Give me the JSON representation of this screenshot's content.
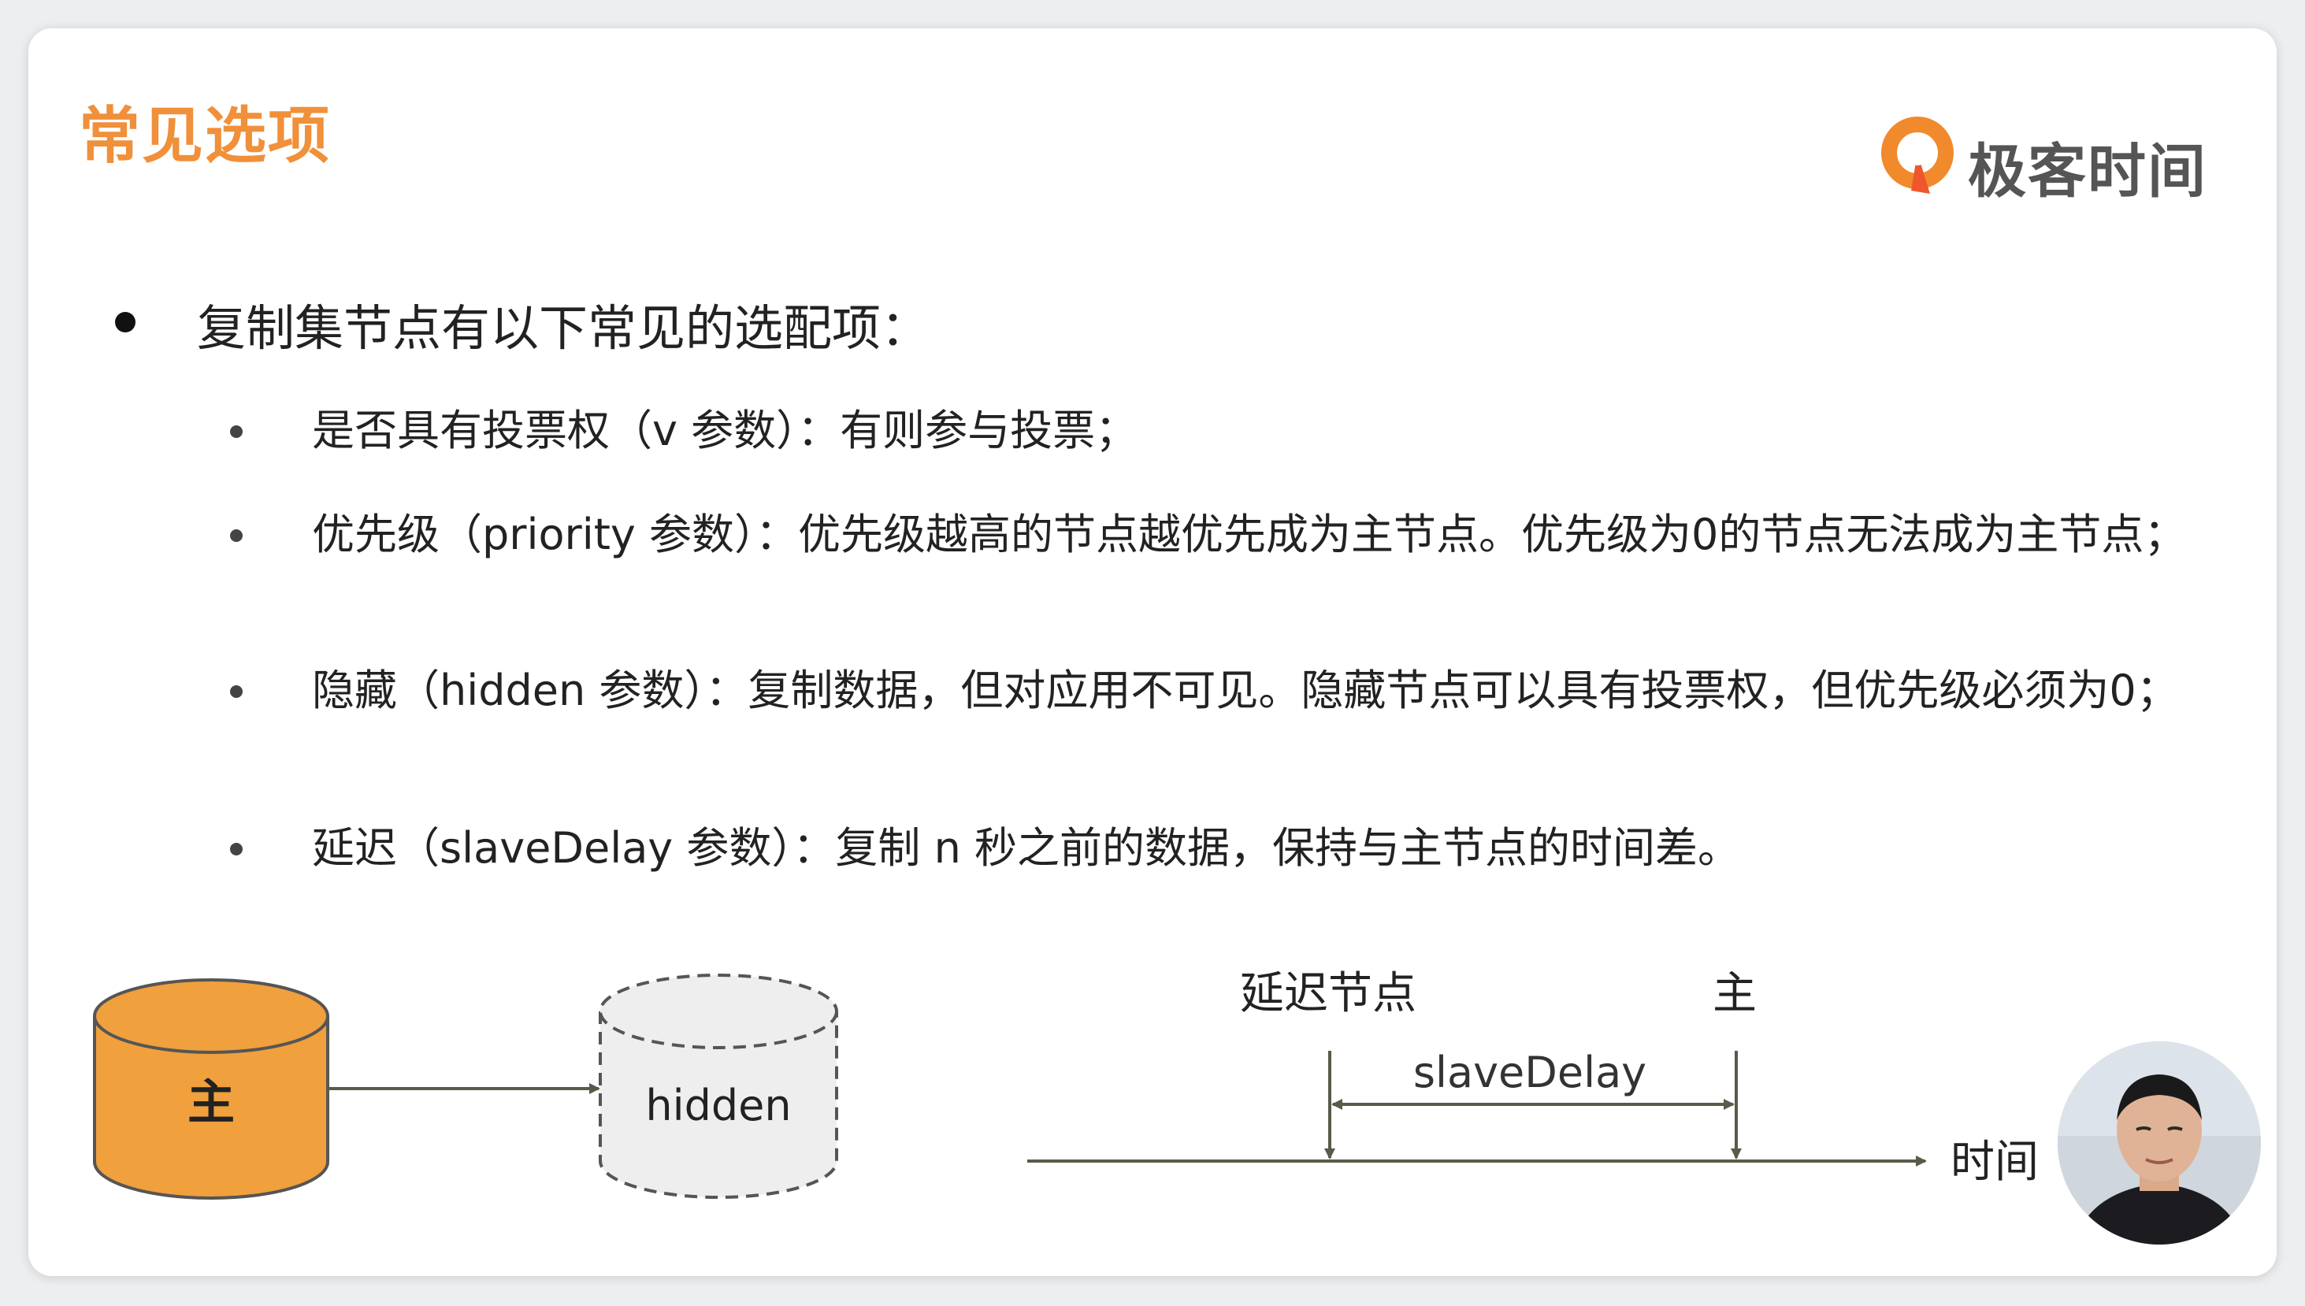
{
  "slide": {
    "title": "常见选项",
    "brand": "极客时间",
    "main_bullet": "复制集节点有以下常见的选配项：",
    "sub_bullets": [
      "是否具有投票权（v 参数）：有则参与投票；",
      "优先级（priority 参数）：优先级越高的节点越优先成为主节点。优先级为0的节点无法成为主节点；",
      "隐藏（hidden 参数）：复制数据，但对应用不可见。隐藏节点可以具有投票权，但优先级必须为0；",
      "延迟（slaveDelay 参数）：复制 n 秒之前的数据，保持与主节点的时间差。"
    ]
  },
  "diagram": {
    "primary_label": "主",
    "hidden_label": "hidden",
    "delayed_node_label": "延迟节点",
    "primary_marker_label": "主",
    "delay_span_label": "slaveDelay",
    "time_axis_label": "时间"
  },
  "colors": {
    "title": "#f0903a",
    "primary_db": "#f0a03c",
    "hidden_db": "#eeeeee",
    "line": "#5a5a48"
  }
}
